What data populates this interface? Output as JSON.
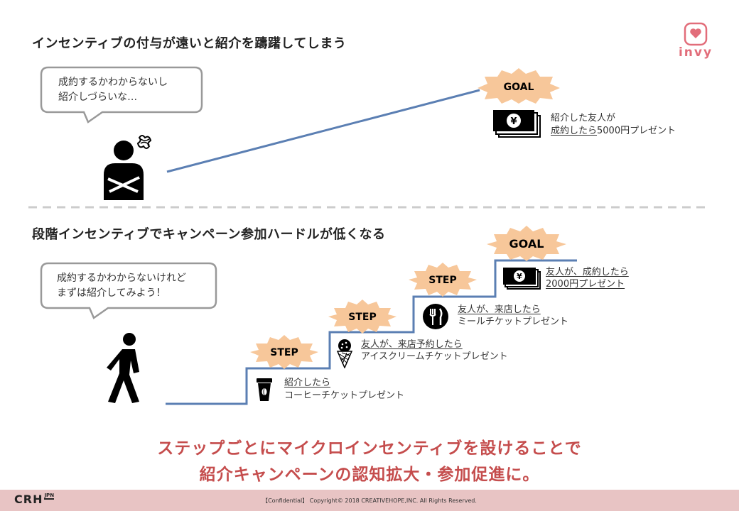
{
  "top": {
    "heading": "インセンティブの付与が遠いと紹介を躊躇してしまう",
    "bubble_lines": [
      "成約するかわからないし",
      "紹介しづらいな…"
    ],
    "goal_label": "GOAL",
    "reward_line1": "紹介した友人が",
    "reward_line2_underlined": "成約したら",
    "reward_line2_rest": "5000円プレゼント"
  },
  "bottom": {
    "heading": "段階インセンティブでキャンペーン参加ハードルが低くなる",
    "bubble_lines": [
      "成約するかわからないけれど",
      "まずは紹介してみよう！"
    ],
    "step_label": "STEP",
    "goal_label": "GOAL",
    "steps": [
      {
        "line1": "紹介したら",
        "line2": "コーヒーチケットプレゼント",
        "icon": "coffee-cup-icon"
      },
      {
        "line1": "友人が、来店予約したら",
        "line2": "アイスクリームチケットプレゼント",
        "icon": "ice-cream-icon"
      },
      {
        "line1": "友人が、来店したら",
        "line2": "ミールチケットプレゼント",
        "icon": "fork-knife-icon"
      },
      {
        "line1": "友人が、成約したら",
        "line2": "2000円プレゼント",
        "icon": "yen-bills-icon"
      }
    ]
  },
  "closing": {
    "line1": "ステップごとにマイクロインセンティブを設けることで",
    "line2": "紹介キャンペーンの認知拡大・参加促進に。"
  },
  "logo": {
    "text": "invy"
  },
  "footer": {
    "brand": "CRH",
    "brand_sub": "JPN",
    "copyright": "【Confidential】 Copyright© 2018 CREATIVEHOPE,INC. All Rights Reserved."
  },
  "colors": {
    "line": "#5b7fb3",
    "star": "#f7c79a",
    "closing": "#c54d4d",
    "footer_bg": "#e8c4c4",
    "logo": "#e26d7a"
  }
}
